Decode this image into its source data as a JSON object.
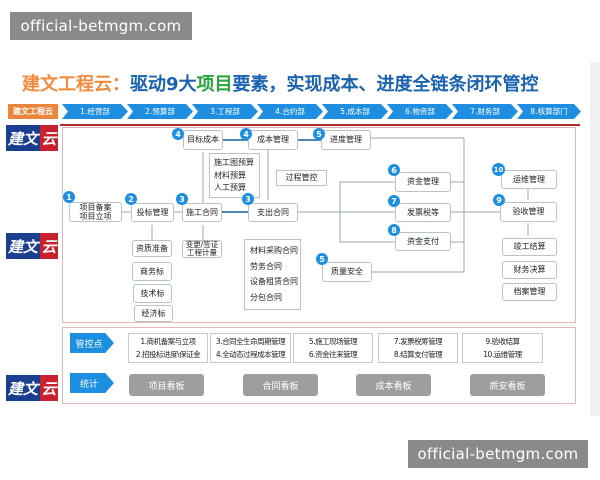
{
  "watermark": {
    "top": "official-betmgm.com",
    "bottom": "official-betmgm.com"
  },
  "title": {
    "part1": "建文工程云：",
    "part2": "驱动9大",
    "part3": "项目",
    "part4": "要素，实现成本、进度全链条闭环管控"
  },
  "nav": {
    "label": "建文工程云",
    "items": [
      "1.经营部",
      "2.预算部",
      "3.工程部",
      "4.合约部",
      "5.成本部",
      "6.物资部",
      "7.财务部",
      "8.核算部门"
    ]
  },
  "logo": {
    "text_blue": "建文",
    "text_red": "云"
  },
  "flow": {
    "target_cost": {
      "badge": "4",
      "label": "目标成本"
    },
    "cost_mgmt": {
      "badge": "4",
      "label": "成本管理"
    },
    "progress_mgmt": {
      "badge": "5",
      "label": "进度管理"
    },
    "budget_list": [
      "施工图预算",
      "材料预算",
      "人工预算"
    ],
    "process_control": "过程管控",
    "project_filing": {
      "badge": "1",
      "line1": "项目备案",
      "line2": "项目立项"
    },
    "bidding": {
      "badge": "2",
      "label": "投标管理"
    },
    "construction_contract": {
      "badge": "3",
      "label": "施工合同"
    },
    "expense_contract": {
      "badge": "3",
      "label": "支出合同"
    },
    "bid_items": [
      "资质准备",
      "商务标",
      "技术标",
      "经济标"
    ],
    "change": {
      "line1": "变更/签证",
      "line2": "工程计量"
    },
    "contract_list": [
      "材料采购合同",
      "劳务合同",
      "设备租赁合同",
      "分包合同"
    ],
    "quality": {
      "badge": "5",
      "label": "质量安全"
    },
    "fund_mgmt": {
      "badge": "6",
      "label": "资金管理"
    },
    "invoice": {
      "badge": "7",
      "label": "发票税等"
    },
    "payment": {
      "badge": "8",
      "label": "资金支付"
    },
    "ops": {
      "badge": "10",
      "label": "运维管理"
    },
    "acceptance": {
      "badge": "9",
      "label": "验收管理"
    },
    "final_items": [
      "竣工结算",
      "财务决算",
      "档案管理"
    ]
  },
  "control": {
    "label": "管控点",
    "points": [
      [
        "1.商机备案与立项",
        "2.招投标进度\\保证金"
      ],
      [
        "3.合同全生命周期管理",
        "4.全动态过程成本管理"
      ],
      [
        "5.施工现场管理",
        "6.资金往来管理"
      ],
      [
        "7.发票税筹管理",
        "8.结算支付管理"
      ],
      [
        "9.验收结算",
        "10.运维管理"
      ]
    ]
  },
  "stats": {
    "label": "统计",
    "boards": [
      "项目看板",
      "合同看板",
      "成本看板",
      "质安看板"
    ]
  }
}
